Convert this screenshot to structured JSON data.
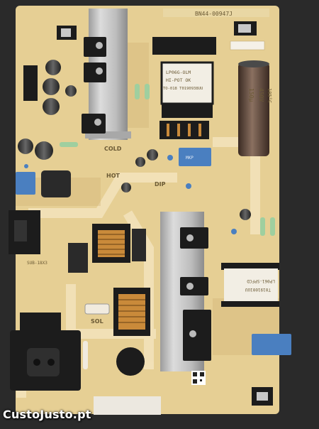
{
  "photo": {
    "subject": "power supply circuit board"
  },
  "board_labels": {
    "part_number": "BN44-00947J",
    "cold": "COLD",
    "hot": "HOT",
    "dip": "DIP",
    "transformer_top": [
      "LP06G-OLM",
      "HI-POT OK",
      "TO-018 T0190938UU"
    ],
    "transformer_bottom": [
      "LP061-SPFCD",
      "T0191001UU"
    ],
    "capacitor_text": [
      "150µ",
      "450V",
      "105°C"
    ],
    "blue_cap_text": "MKP",
    "sol": "SOL",
    "sub_label": "SUB-18X3"
  },
  "watermark": {
    "text": "CustoJusto.pt"
  },
  "colors": {
    "background": "#2a2a2a",
    "board": "#e6cf94",
    "board_dark": "#cdb073",
    "trace_line": "#f3e4bd",
    "heatsink": "#c8c8c8",
    "component_black": "#1c1c1c",
    "blue_component": "#4a7fc0",
    "coil_copper": "#c98a3a"
  }
}
